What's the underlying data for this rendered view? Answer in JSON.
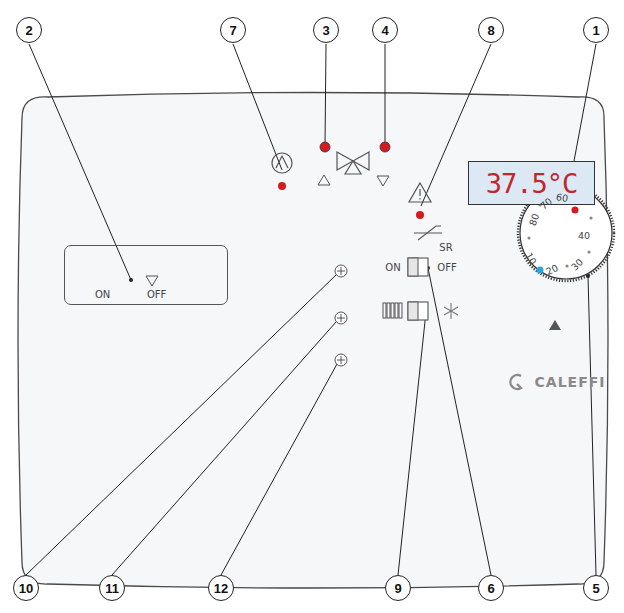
{
  "diagram": {
    "nodes": [
      {
        "text": [
          "2"
        ]
      },
      {
        "text": [
          "7"
        ]
      },
      {
        "text": [
          "3"
        ]
      },
      {
        "text": [
          "4"
        ]
      },
      {
        "text": [
          "8"
        ]
      },
      {
        "text": [
          "1"
        ]
      },
      {
        "text": [
          "ON",
          "OFF"
        ]
      },
      {
        "text": [
          "37.5°C"
        ]
      },
      {
        "text": [
          "10"
        ]
      },
      {
        "text": [
          "11"
        ]
      },
      {
        "text": [
          "12"
        ]
      },
      {
        "text": [
          "9"
        ]
      },
      {
        "text": [
          "6"
        ]
      },
      {
        "text": [
          "5"
        ]
      }
    ],
    "labels": [
      "SR",
      "ON",
      "OFF",
      "10",
      "20",
      "30",
      "40",
      "60",
      "70",
      "80",
      "CALEFFI"
    ]
  }
}
